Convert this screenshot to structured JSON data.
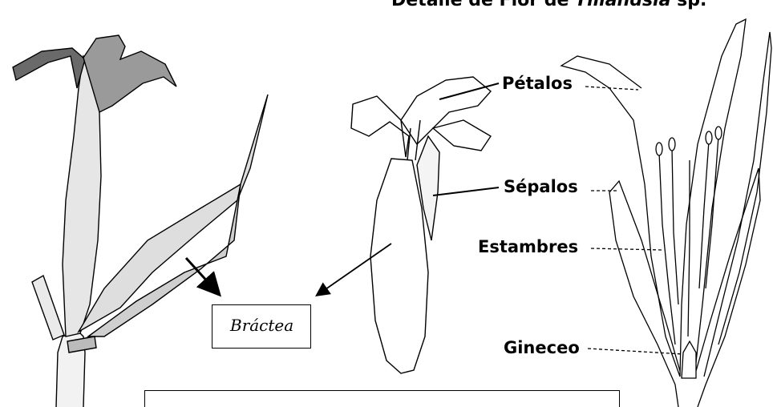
{
  "figure": {
    "title_prefix": "Detalle de Flor de ",
    "title_genus": "Tillandsia",
    "title_suffix": " sp.",
    "bract_label": "Bráctea",
    "labels": {
      "petalos": "Pétalos",
      "sepalos": "Sépalos",
      "estambres": "Estambres",
      "gineceo": "Gineceo"
    },
    "caption": ""
  }
}
